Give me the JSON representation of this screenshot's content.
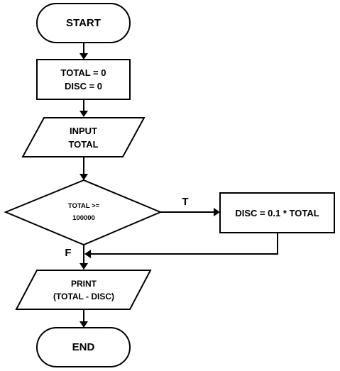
{
  "flowchart": {
    "start_label": "START",
    "init_label": "TOTAL = 0\nDISC = 0",
    "input_label": "INPUT\nTOTAL",
    "decision_label": "TOTAL >=\n100000",
    "true_branch_label": "T",
    "false_branch_label": "F",
    "discount_label": "DISC = 0.1 * TOTAL",
    "print_label": "PRINT\n(TOTAL - DISC)",
    "end_label": "END"
  }
}
